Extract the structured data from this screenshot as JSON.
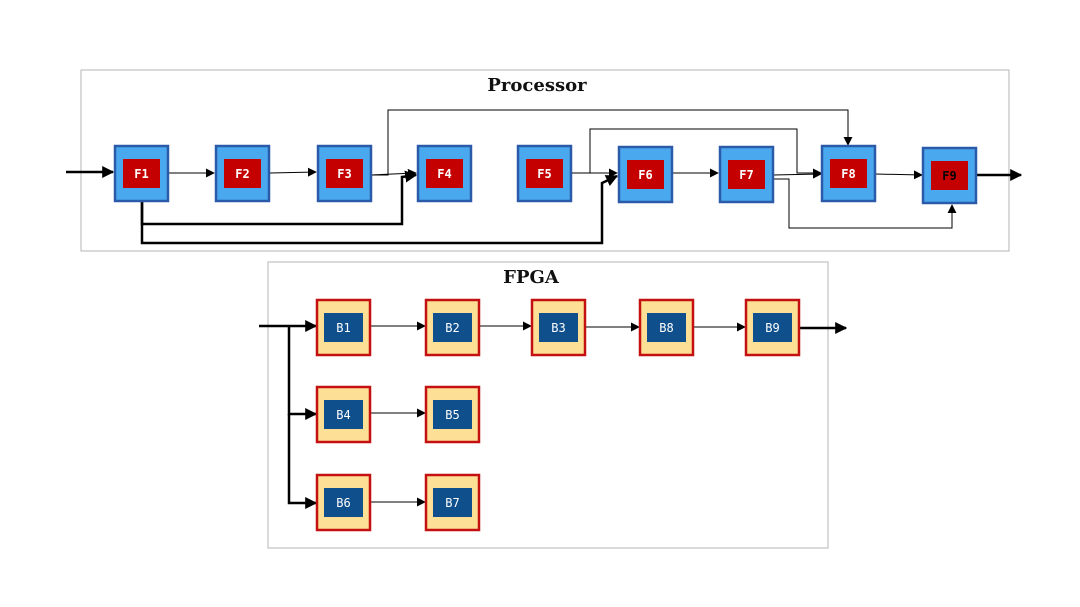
{
  "containers": {
    "processor": {
      "title": "Processor"
    },
    "fpga": {
      "title": "FPGA"
    }
  },
  "processor_nodes": [
    {
      "id": "F1",
      "label": "F1"
    },
    {
      "id": "F2",
      "label": "F2"
    },
    {
      "id": "F3",
      "label": "F3"
    },
    {
      "id": "F4",
      "label": "F4"
    },
    {
      "id": "F5",
      "label": "F5"
    },
    {
      "id": "F6",
      "label": "F6"
    },
    {
      "id": "F7",
      "label": "F7"
    },
    {
      "id": "F8",
      "label": "F8"
    },
    {
      "id": "F9",
      "label": "F9"
    }
  ],
  "fpga_nodes": [
    {
      "id": "B1",
      "label": "B1"
    },
    {
      "id": "B2",
      "label": "B2"
    },
    {
      "id": "B3",
      "label": "B3"
    },
    {
      "id": "B8",
      "label": "B8"
    },
    {
      "id": "B9",
      "label": "B9"
    },
    {
      "id": "B4",
      "label": "B4"
    },
    {
      "id": "B5",
      "label": "B5"
    },
    {
      "id": "B6",
      "label": "B6"
    },
    {
      "id": "B7",
      "label": "B7"
    }
  ],
  "edges": [
    {
      "from": "input",
      "to": "F1",
      "weight": "thick"
    },
    {
      "from": "F1",
      "to": "F2",
      "weight": "thin"
    },
    {
      "from": "F2",
      "to": "F3",
      "weight": "thin"
    },
    {
      "from": "F3",
      "to": "F4",
      "weight": "thin"
    },
    {
      "from": "F3",
      "to": "F8",
      "weight": "thin"
    },
    {
      "from": "F1",
      "to": "F4",
      "weight": "thick"
    },
    {
      "from": "F1",
      "to": "F6",
      "weight": "thick"
    },
    {
      "from": "F5",
      "to": "F6",
      "weight": "thin"
    },
    {
      "from": "F5",
      "to": "F8",
      "weight": "thin"
    },
    {
      "from": "F6",
      "to": "F7",
      "weight": "thin"
    },
    {
      "from": "F7",
      "to": "F8",
      "weight": "thin"
    },
    {
      "from": "F7",
      "to": "F9",
      "weight": "thin"
    },
    {
      "from": "F8",
      "to": "F9",
      "weight": "thin"
    },
    {
      "from": "F9",
      "to": "output",
      "weight": "thick"
    },
    {
      "from": "input",
      "to": "B1",
      "weight": "thick"
    },
    {
      "from": "input",
      "to": "B4",
      "weight": "thick"
    },
    {
      "from": "input",
      "to": "B6",
      "weight": "thick"
    },
    {
      "from": "B1",
      "to": "B2",
      "weight": "thin"
    },
    {
      "from": "B2",
      "to": "B3",
      "weight": "thin"
    },
    {
      "from": "B3",
      "to": "B8",
      "weight": "thin"
    },
    {
      "from": "B8",
      "to": "B9",
      "weight": "thin"
    },
    {
      "from": "B4",
      "to": "B5",
      "weight": "thin"
    },
    {
      "from": "B6",
      "to": "B7",
      "weight": "thin"
    },
    {
      "from": "B9",
      "to": "output",
      "weight": "thick"
    }
  ],
  "colors": {
    "processor_outer_fill": "#4aa8ee",
    "processor_outer_border": "#2a5aa8",
    "processor_inner_fill": "#c40000",
    "fpga_outer_fill": "#fddf95",
    "fpga_outer_border": "#c41010",
    "fpga_inner_fill": "#0f4f8c",
    "container_border": "#b4b4b4",
    "edge": "#000000"
  }
}
